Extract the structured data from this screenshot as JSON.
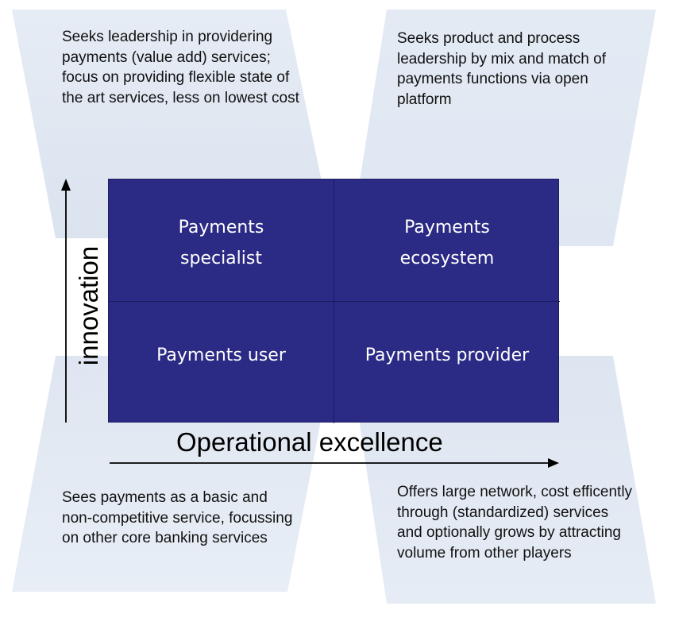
{
  "quadrants": {
    "top_left": "Payments\nspecialist",
    "top_right": "Payments\necosystem",
    "bottom_left": "Payments user",
    "bottom_right": "Payments provider"
  },
  "axes": {
    "y_label": "innovation",
    "x_label": "Operational excellence"
  },
  "descriptions": {
    "top_left": "Seeks leadership in providering payments (value add) services; focus on providing flexible state of the art services,  less on lowest cost",
    "top_right": "Seeks product and process leadership by mix and match of payments functions via open platform",
    "bottom_left": "Sees payments as a basic and non-competitive service, focussing on other core banking services",
    "bottom_right": "Offers large network, cost efficently through (standardized) services and optionally grows by attracting volume from other players"
  },
  "colors": {
    "quadrant_fill": "#2b2a85",
    "quadrant_text": "#ffffff",
    "background_panels": "#dde5f0",
    "arrows": "#000000"
  }
}
